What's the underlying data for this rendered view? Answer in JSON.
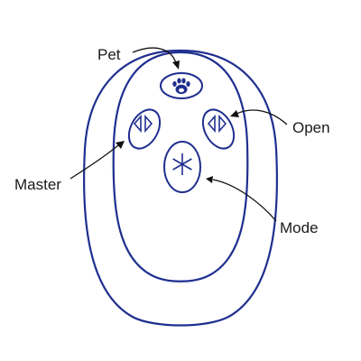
{
  "labels": {
    "pet": "Pet",
    "open": "Open",
    "master": "Master",
    "mode": "Mode"
  },
  "colors": {
    "device_outline": "#1f2f8f",
    "leader_lines": "#111111",
    "label_text": "#1a1a1a"
  },
  "icons": {
    "pet_button": "paw-icon",
    "open_button": "open-arrows-icon",
    "master_button": "master-arrows-icon",
    "mode_button": "asterisk-icon"
  }
}
